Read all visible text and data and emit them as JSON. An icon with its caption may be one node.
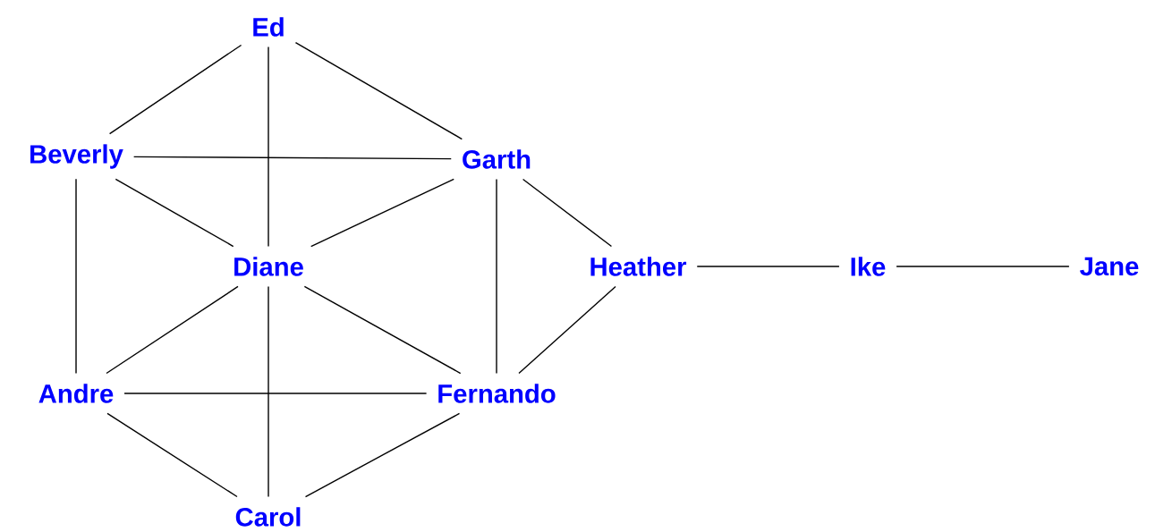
{
  "diagram": {
    "nodes": [
      {
        "text": [
          "Ed"
        ]
      },
      {
        "text": [
          "Beverly"
        ]
      },
      {
        "text": [
          "Garth"
        ]
      },
      {
        "text": [
          "Diane"
        ]
      },
      {
        "text": [
          "Heather"
        ]
      },
      {
        "text": [
          "Ike"
        ]
      },
      {
        "text": [
          "Jane"
        ]
      },
      {
        "text": [
          "Andre"
        ]
      },
      {
        "text": [
          "Fernando"
        ]
      },
      {
        "text": [
          "Carol"
        ]
      }
    ],
    "edges": [
      {
        "from": 0,
        "to": 1,
        "arrow": "none"
      },
      {
        "from": 0,
        "to": 3,
        "arrow": "none"
      },
      {
        "from": 0,
        "to": 2,
        "arrow": "none"
      },
      {
        "from": 1,
        "to": 2,
        "arrow": "none"
      },
      {
        "from": 1,
        "to": 3,
        "arrow": "none"
      },
      {
        "from": 1,
        "to": 7,
        "arrow": "none"
      },
      {
        "from": 2,
        "to": 3,
        "arrow": "none"
      },
      {
        "from": 2,
        "to": 8,
        "arrow": "none"
      },
      {
        "from": 2,
        "to": 4,
        "arrow": "none"
      },
      {
        "from": 3,
        "to": 7,
        "arrow": "none"
      },
      {
        "from": 3,
        "to": 8,
        "arrow": "none"
      },
      {
        "from": 3,
        "to": 9,
        "arrow": "none"
      },
      {
        "from": 7,
        "to": 8,
        "arrow": "none"
      },
      {
        "from": 7,
        "to": 9,
        "arrow": "none"
      },
      {
        "from": 8,
        "to": 9,
        "arrow": "none"
      },
      {
        "from": 8,
        "to": 4,
        "arrow": "none"
      },
      {
        "from": 4,
        "to": 5,
        "arrow": "none"
      },
      {
        "from": 5,
        "to": 6,
        "arrow": "none"
      }
    ]
  }
}
